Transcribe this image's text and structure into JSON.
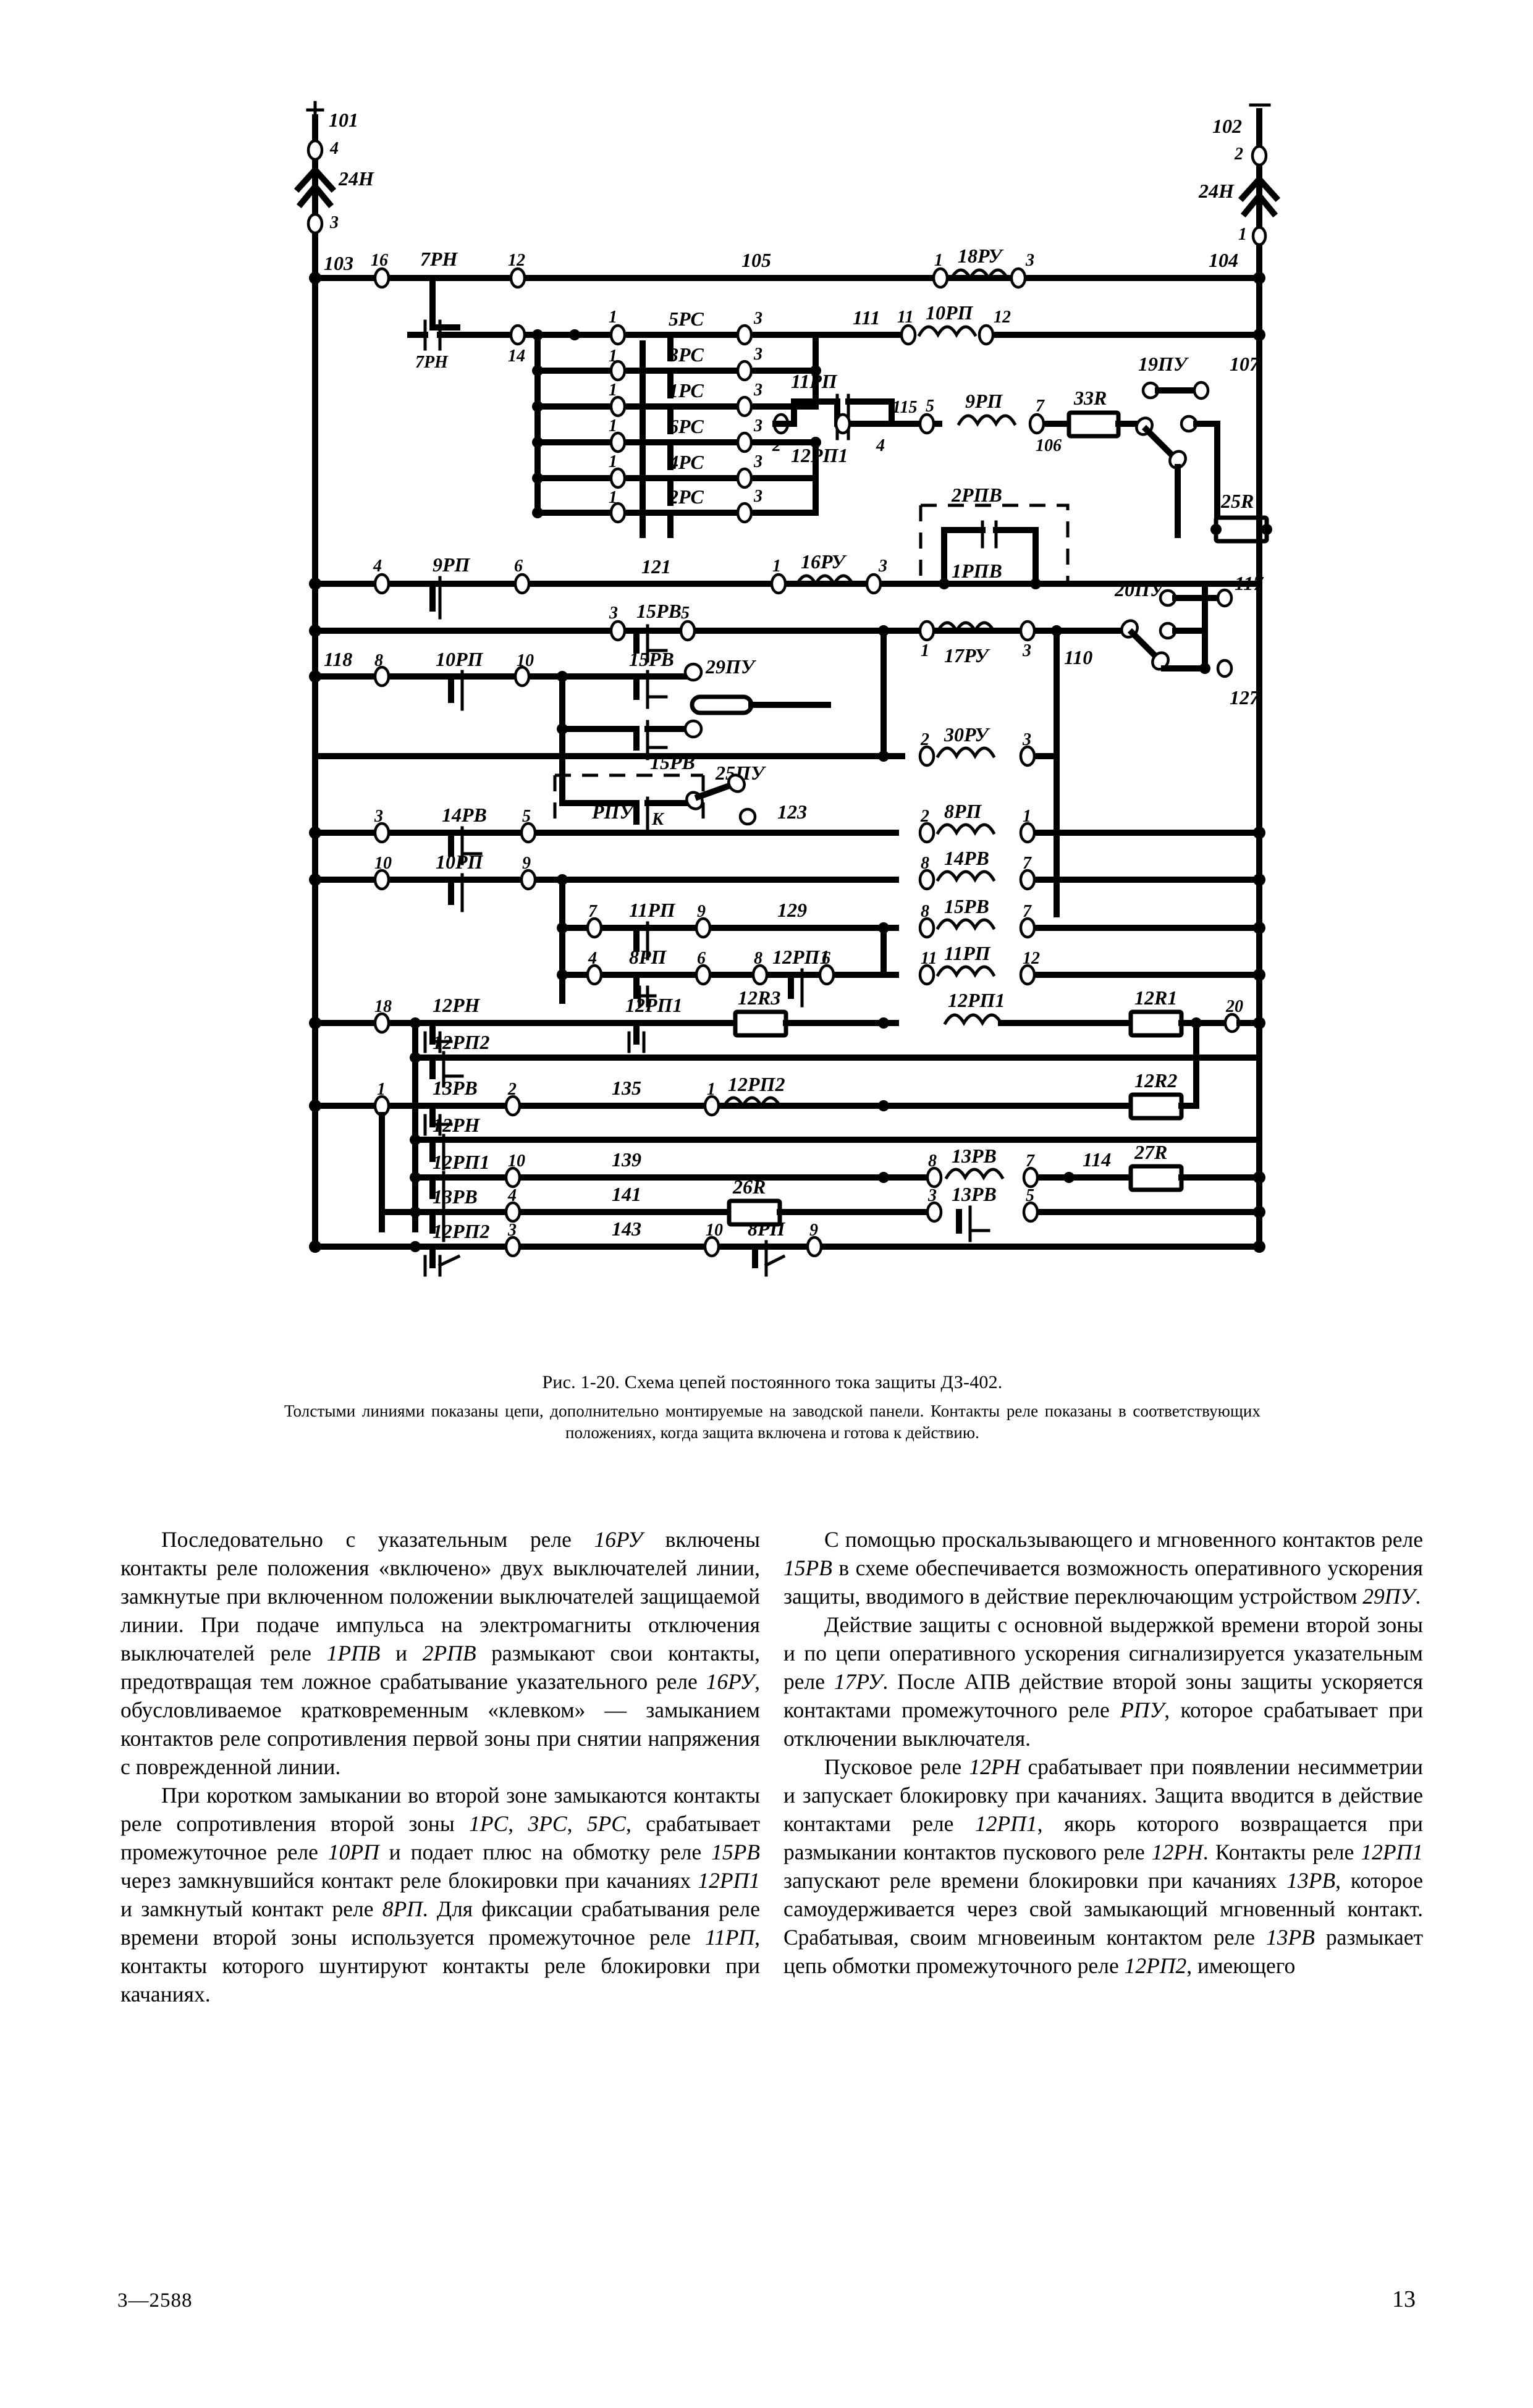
{
  "figure": {
    "caption_title": "Рис. 1-20. Схема цепей постоянного тока защиты ДЗ-402.",
    "caption_note": "Толстыми линиями показаны цепи, дополнительно монтируемые на заводской панели. Контакты реле показаны в соответствующих положениях, когда защита включена и готова к действию.",
    "polarity_plus": "+",
    "polarity_minus": "−",
    "labels": {
      "bus_101": "101",
      "bus_102": "102",
      "bus_103": "103",
      "bus_104": "104",
      "bus_105": "105",
      "bus_106": "106",
      "bus_107": "107",
      "bus_110": "110",
      "bus_111": "111",
      "bus_114": "114",
      "bus_115": "115",
      "bus_117": "117",
      "bus_118": "118",
      "bus_121": "121",
      "bus_123": "123",
      "bus_127": "127",
      "bus_129": "129",
      "bus_135": "135",
      "bus_139": "139",
      "bus_141": "141",
      "bus_143": "143",
      "fuse_left": "24Н",
      "fuse_right": "24Н",
      "relay_7rn": "7РН",
      "relay_7rn_b": "7РН",
      "relay_5rs": "5РС",
      "relay_3rs": "3РС",
      "relay_1rs": "1РС",
      "relay_6rs": "6РС",
      "relay_4rs": "4РС",
      "relay_2rs": "2РС",
      "relay_18ru": "18РУ",
      "relay_10rp_coil": "10РП",
      "relay_11rp": "11РП",
      "relay_12rp1": "12РП1",
      "relay_9rp_coil": "9РП",
      "res_33r": "33R",
      "sw_19pu": "19ПУ",
      "res_25r": "25R",
      "relay_9rp": "9РП",
      "relay_16ru": "16РУ",
      "relay_2rpv": "2РПВ",
      "relay_1rpv": "1РПВ",
      "relay_15rv_a": "15РВ",
      "relay_15rv_b": "15РВ",
      "relay_15rv_c": "15РВ",
      "relay_10rp": "10РП",
      "sw_29pu": "29ПУ",
      "sw_25pu": "25ПУ",
      "relay_rpu": "РПУ",
      "rpu_k": "К",
      "relay_17ru": "17РУ",
      "sw_20pu": "20ПУ",
      "relay_30ru": "30РУ",
      "relay_14rv_a": "14РВ",
      "relay_10rp_c": "10РП",
      "relay_8rp_coil": "8РП",
      "relay_14rv_coil": "14РВ",
      "relay_11rp_b": "11РП",
      "relay_8rp_b": "8РП",
      "relay_12rp1_b": "12РП1",
      "relay_15rv_coil": "15РВ",
      "relay_11rp_coil": "11РП",
      "relay_12rn": "12РН",
      "relay_12rp1_c": "12РП1",
      "res_12r3": "12R3",
      "relay_12rp1_coil": "12РП1",
      "res_12r1": "12R1",
      "relay_12rp2_a": "12РП2",
      "relay_13rv_a": "13РВ",
      "relay_12rp2_coil": "12РП2",
      "res_12r2": "12R2",
      "relay_12rn_b": "12РН",
      "relay_12rp1_d": "12РП1",
      "relay_13rv_coil": "13РВ",
      "res_27r": "27R",
      "relay_13rv_b": "13РВ",
      "res_26r": "26R",
      "relay_13rv_c": "13РВ",
      "relay_12rp2_b": "12РП2",
      "relay_8rp_c": "8РП"
    },
    "terminals": {
      "t4": "4",
      "t3": "3",
      "t2": "2",
      "t1": "1",
      "t16": "16",
      "t12": "12",
      "t14": "14",
      "t5": "5",
      "t6": "6",
      "t7": "7",
      "t8": "8",
      "t9": "9",
      "t10": "10",
      "t11": "11",
      "t18": "18",
      "t20": "20"
    }
  },
  "body": {
    "left_column": [
      "Последовательно с указательным реле <i>16РУ</i> включены контакты реле положения «включено» двух выключателей линии, замкнутые при включенном положении выключателей защищаемой линии. При подаче импульса на электромагниты отключения выключателей реле <i>1РПВ</i> и <i>2РПВ</i> размыкают свои контакты, предотвращая тем ложное срабатывание указательного реле <i>16РУ</i>, обусловливаемое кратковременным «клевком» — замыканием контактов реле сопротивления первой зоны при снятии напряжения с поврежденной линии.",
      "При коротком замыкании во второй зоне замыкаются контакты реле сопротивления второй зоны <i>1РС</i>, <i>3РС</i>, <i>5РС</i>, срабатывает промежуточное реле <i>10РП</i> и подает плюс на обмотку реле <i>15РВ</i> через замкнувшийся контакт реле блокировки при качаниях <i>12РП1</i> и замкнутый контакт реле <i>8РП</i>. Для фиксации срабатывания реле времени второй зоны используется промежуточное реле <i>11РП</i>, контакты которого шунтируют контакты реле блокировки при качаниях."
    ],
    "right_column": [
      "С помощью проскальзывающего и мгновенного контактов реле <i>15РВ</i> в схеме обеспечивается возможность оперативного ускорения защиты, вводимого в действие переключающим устройством <i>29ПУ</i>.",
      "Действие защиты с основной выдержкой времени второй зоны и по цепи оперативного ускорения сигнализируется указательным реле <i>17РУ</i>. После АПВ действие второй зоны защиты ускоряется контактами промежуточного реле <i>РПУ</i>, которое срабатывает при отключении выключателя.",
      "Пусковое реле <i>12РН</i> срабатывает при появлении несимметрии и запускает блокировку при качаниях. Защита вводится в действие контактами реле <i>12РП1</i>, якорь которого возвращается при размыкании контактов пускового реле <i>12РН</i>. Контакты реле <i>12РП1</i> запускают реле времени блокировки при качаниях <i>13РВ</i>, которое самоудерживается через свой замыкающий мгновенный контакт. Срабатывая, своим мгновеиным контактом реле <i>13РВ</i> размыкает цепь обмотки промежуточного реле <i>12РП2</i>, имеющего"
    ]
  },
  "footer": {
    "signature": "3—2588",
    "page_number": "13"
  }
}
